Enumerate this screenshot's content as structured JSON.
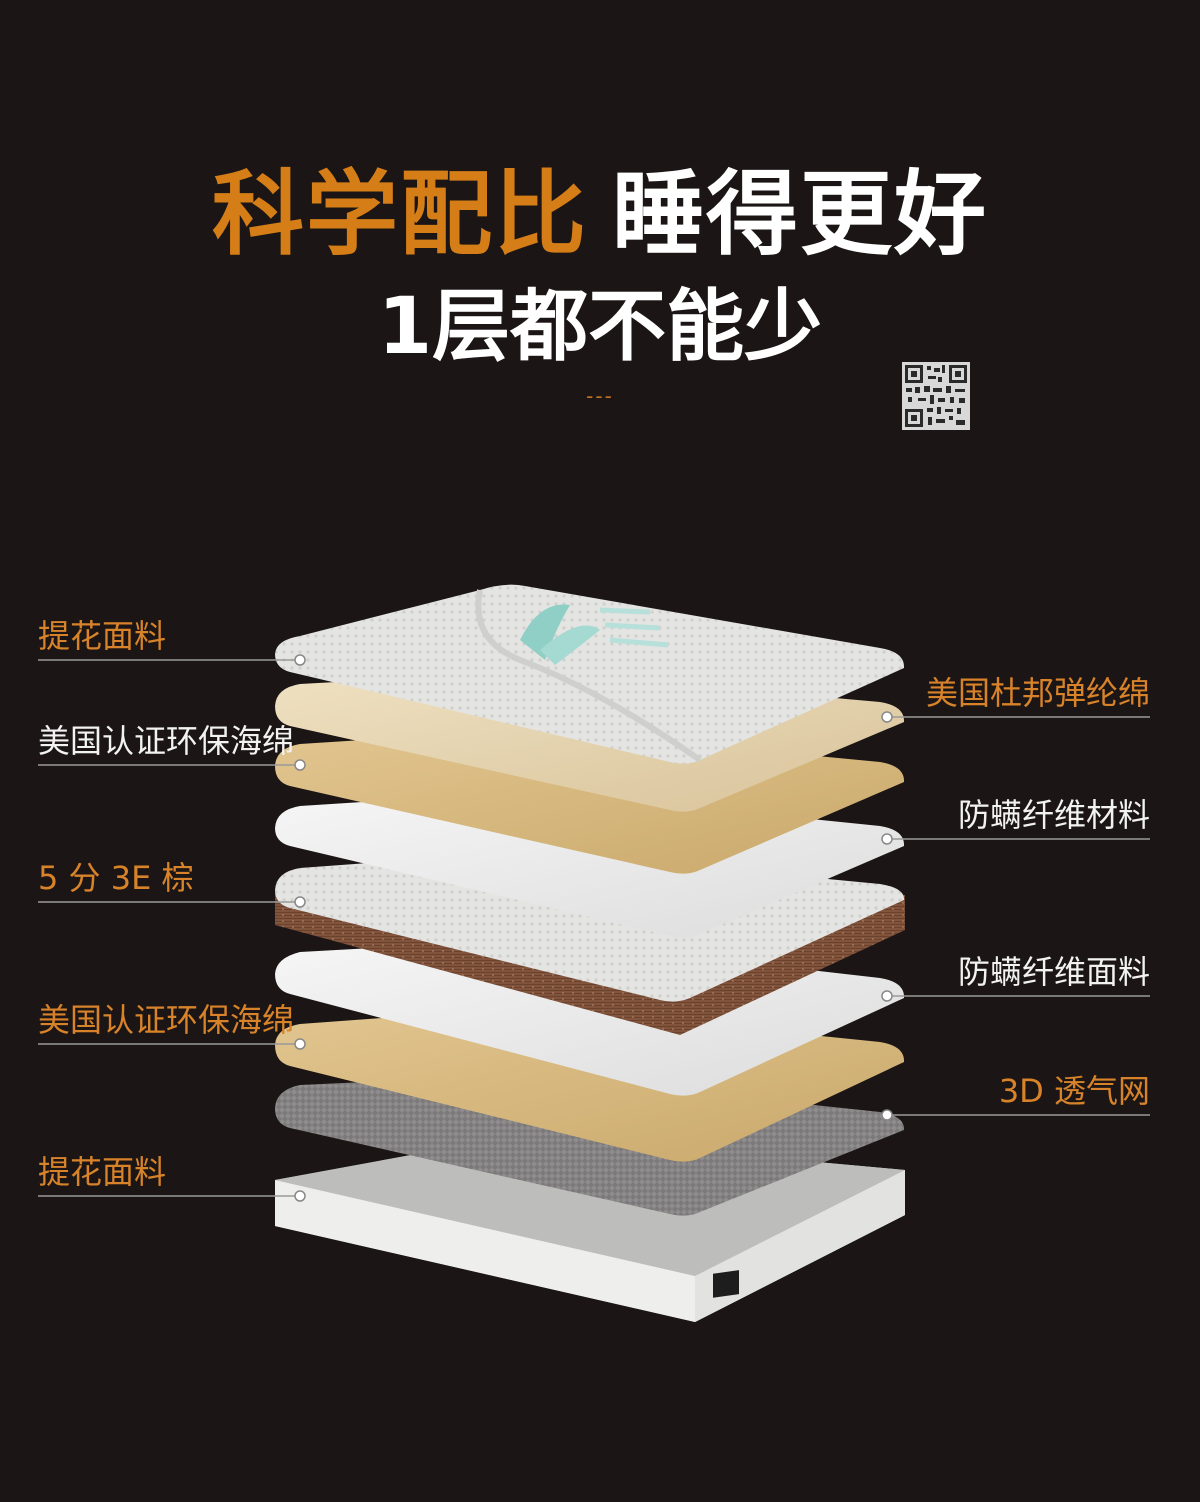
{
  "header": {
    "title_accent": "科学配比",
    "title_main": "睡得更好",
    "subtitle": "1层都不能少",
    "divider": "---"
  },
  "labels_left": [
    {
      "text": "提花面料",
      "color": "orange"
    },
    {
      "text": "美国认证环保海绵",
      "color": "white"
    },
    {
      "text": "5 分 3E 棕",
      "color": "orange"
    },
    {
      "text": "美国认证环保海绵",
      "color": "orange"
    },
    {
      "text": "提花面料",
      "color": "orange"
    }
  ],
  "labels_right": [
    {
      "text": "美国杜邦弹纶绵",
      "color": "orange"
    },
    {
      "text": "防螨纤维材料",
      "color": "white"
    },
    {
      "text": "防螨纤维面料",
      "color": "white"
    },
    {
      "text": "3D 透气网",
      "color": "orange"
    }
  ],
  "colors": {
    "background": "#1b1615",
    "accent": "#d57d16",
    "label_orange": "#d8832a",
    "line": "#9a9a9a"
  }
}
